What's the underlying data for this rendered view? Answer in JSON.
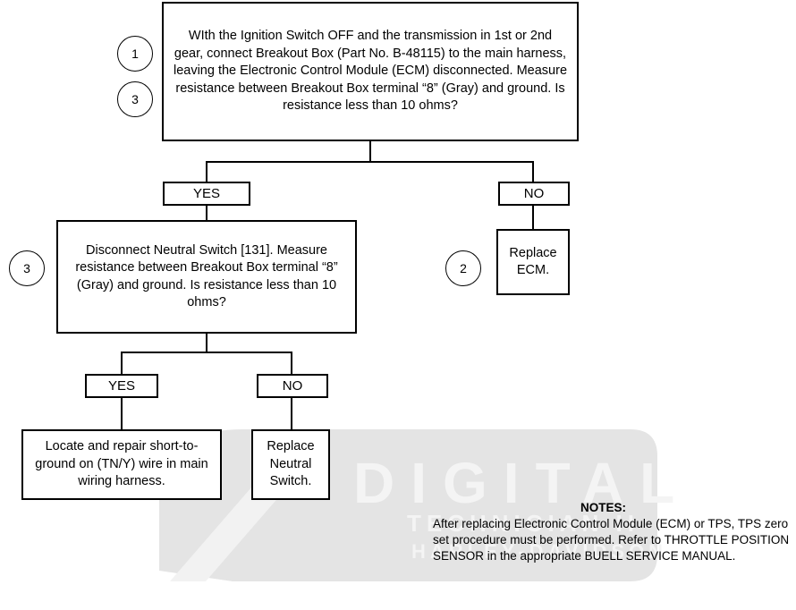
{
  "watermark": {
    "line1": "DIGITAL",
    "line2": "TECHNICIAN II",
    "line3": "HARLEY-DAVIDSON"
  },
  "steps": {
    "top": "WIth the Ignition Switch OFF and the transmission in 1st or 2nd gear, connect Breakout Box (Part No. B-48115) to the main harness, leaving the Electronic Control Module (ECM) disconnected. Measure resistance between Breakout Box terminal “8” (Gray) and ground. Is resistance less than 10 ohms?",
    "middle": "Disconnect Neutral Switch [131]. Measure resistance between Breakout Box terminal “8” (Gray) and ground. Is resistance less than 10 ohms?",
    "replace_ecm": "Replace ECM.",
    "locate_repair": "Locate and repair short-to-ground on (TN/Y) wire in main wiring harness.",
    "replace_neutral": "Replace Neutral Switch."
  },
  "labels": {
    "yes1": "YES",
    "no1": "NO",
    "yes2": "YES",
    "no2": "NO"
  },
  "circles": {
    "c1": "1",
    "c3a": "3",
    "c3b": "3",
    "c2": "2"
  },
  "notes": {
    "title": "NOTES:",
    "text": "After replacing Electronic Control Module (ECM) or TPS, TPS zero set procedure must be performed. Refer to THROTTLE POSITION SENSOR in the appropriate BUELL SERVICE MANUAL."
  }
}
